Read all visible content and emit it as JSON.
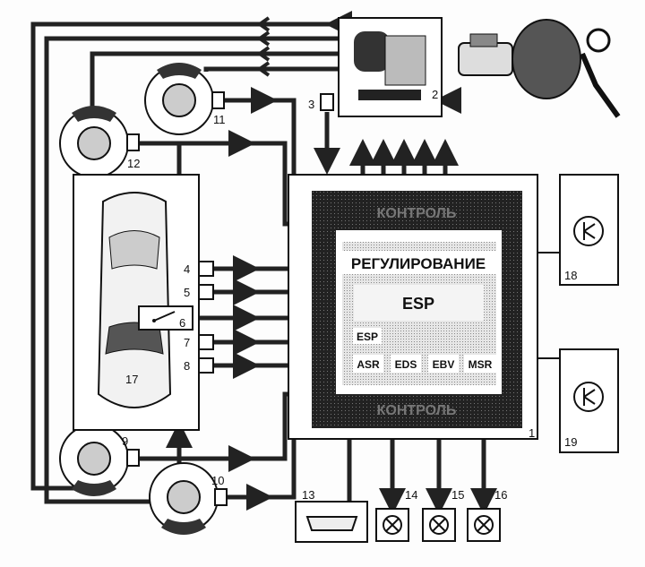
{
  "diagram": {
    "ecu": {
      "number": "1",
      "top_band": "КОНТРОЛЬ",
      "bottom_band": "КОНТРОЛЬ",
      "title": "РЕГУЛИРОВАНИЕ",
      "main_block": "ESP",
      "small_block": "ESP",
      "functions": [
        "ASR",
        "EDS",
        "EBV",
        "MSR"
      ]
    },
    "labels": {
      "hydraulic_unit": "2",
      "pressure_sensor": "3",
      "sensor_4": "4",
      "sensor_5": "5",
      "switch_6": "6",
      "sensor_7": "7",
      "sensor_8": "8",
      "wheel_9": "9",
      "wheel_10": "10",
      "wheel_11": "11",
      "wheel_12": "12",
      "diagnostic_connector": "13",
      "lamp_14": "14",
      "lamp_15": "15",
      "lamp_16": "16",
      "car": "17",
      "relay_18": "18",
      "relay_19": "19"
    }
  }
}
